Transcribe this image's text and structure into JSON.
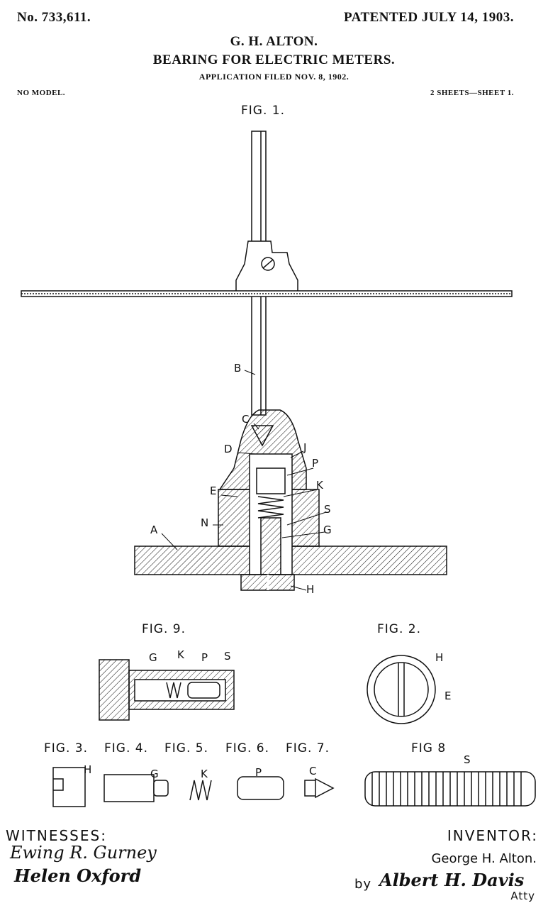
{
  "header": {
    "patent_number": "No. 733,611.",
    "patent_date": "PATENTED JULY 14, 1903.",
    "inventor_name": "G. H. ALTON.",
    "title": "BEARING FOR ELECTRIC METERS.",
    "application": "APPLICATION FILED NOV. 8, 1902.",
    "model": "NO MODEL.",
    "sheets": "2 SHEETS—SHEET 1."
  },
  "figures": {
    "fig1": {
      "label": "FIG. 1.",
      "parts": {
        "B": "B",
        "C": "C",
        "D": "D",
        "J": "J",
        "P": "P",
        "K": "K",
        "E": "E",
        "S": "S",
        "N": "N",
        "G": "G",
        "A": "A",
        "H": "H"
      }
    },
    "fig9": {
      "label": "FIG. 9.",
      "parts": {
        "G": "G",
        "K": "K",
        "P": "P",
        "S": "S"
      }
    },
    "fig2": {
      "label": "FIG. 2.",
      "parts": {
        "H": "H",
        "E": "E"
      }
    },
    "fig3": {
      "label": "FIG. 3.",
      "part": "H"
    },
    "fig4": {
      "label": "FIG. 4.",
      "part": "G"
    },
    "fig5": {
      "label": "FIG. 5.",
      "part": "K"
    },
    "fig6": {
      "label": "FIG. 6.",
      "part": "P"
    },
    "fig7": {
      "label": "FIG. 7.",
      "part": "C"
    },
    "fig8": {
      "label": "FIG 8",
      "part": "S"
    }
  },
  "footer": {
    "witnesses_label": "WITNESSES:",
    "witness_1": "Ewing R. Gurney",
    "witness_2": "Helen Oxford",
    "inventor_label": "INVENTOR:",
    "inventor": "George H. Alton.",
    "by": "by",
    "attorney": "Albert H. Davis",
    "atty": "Atty"
  }
}
